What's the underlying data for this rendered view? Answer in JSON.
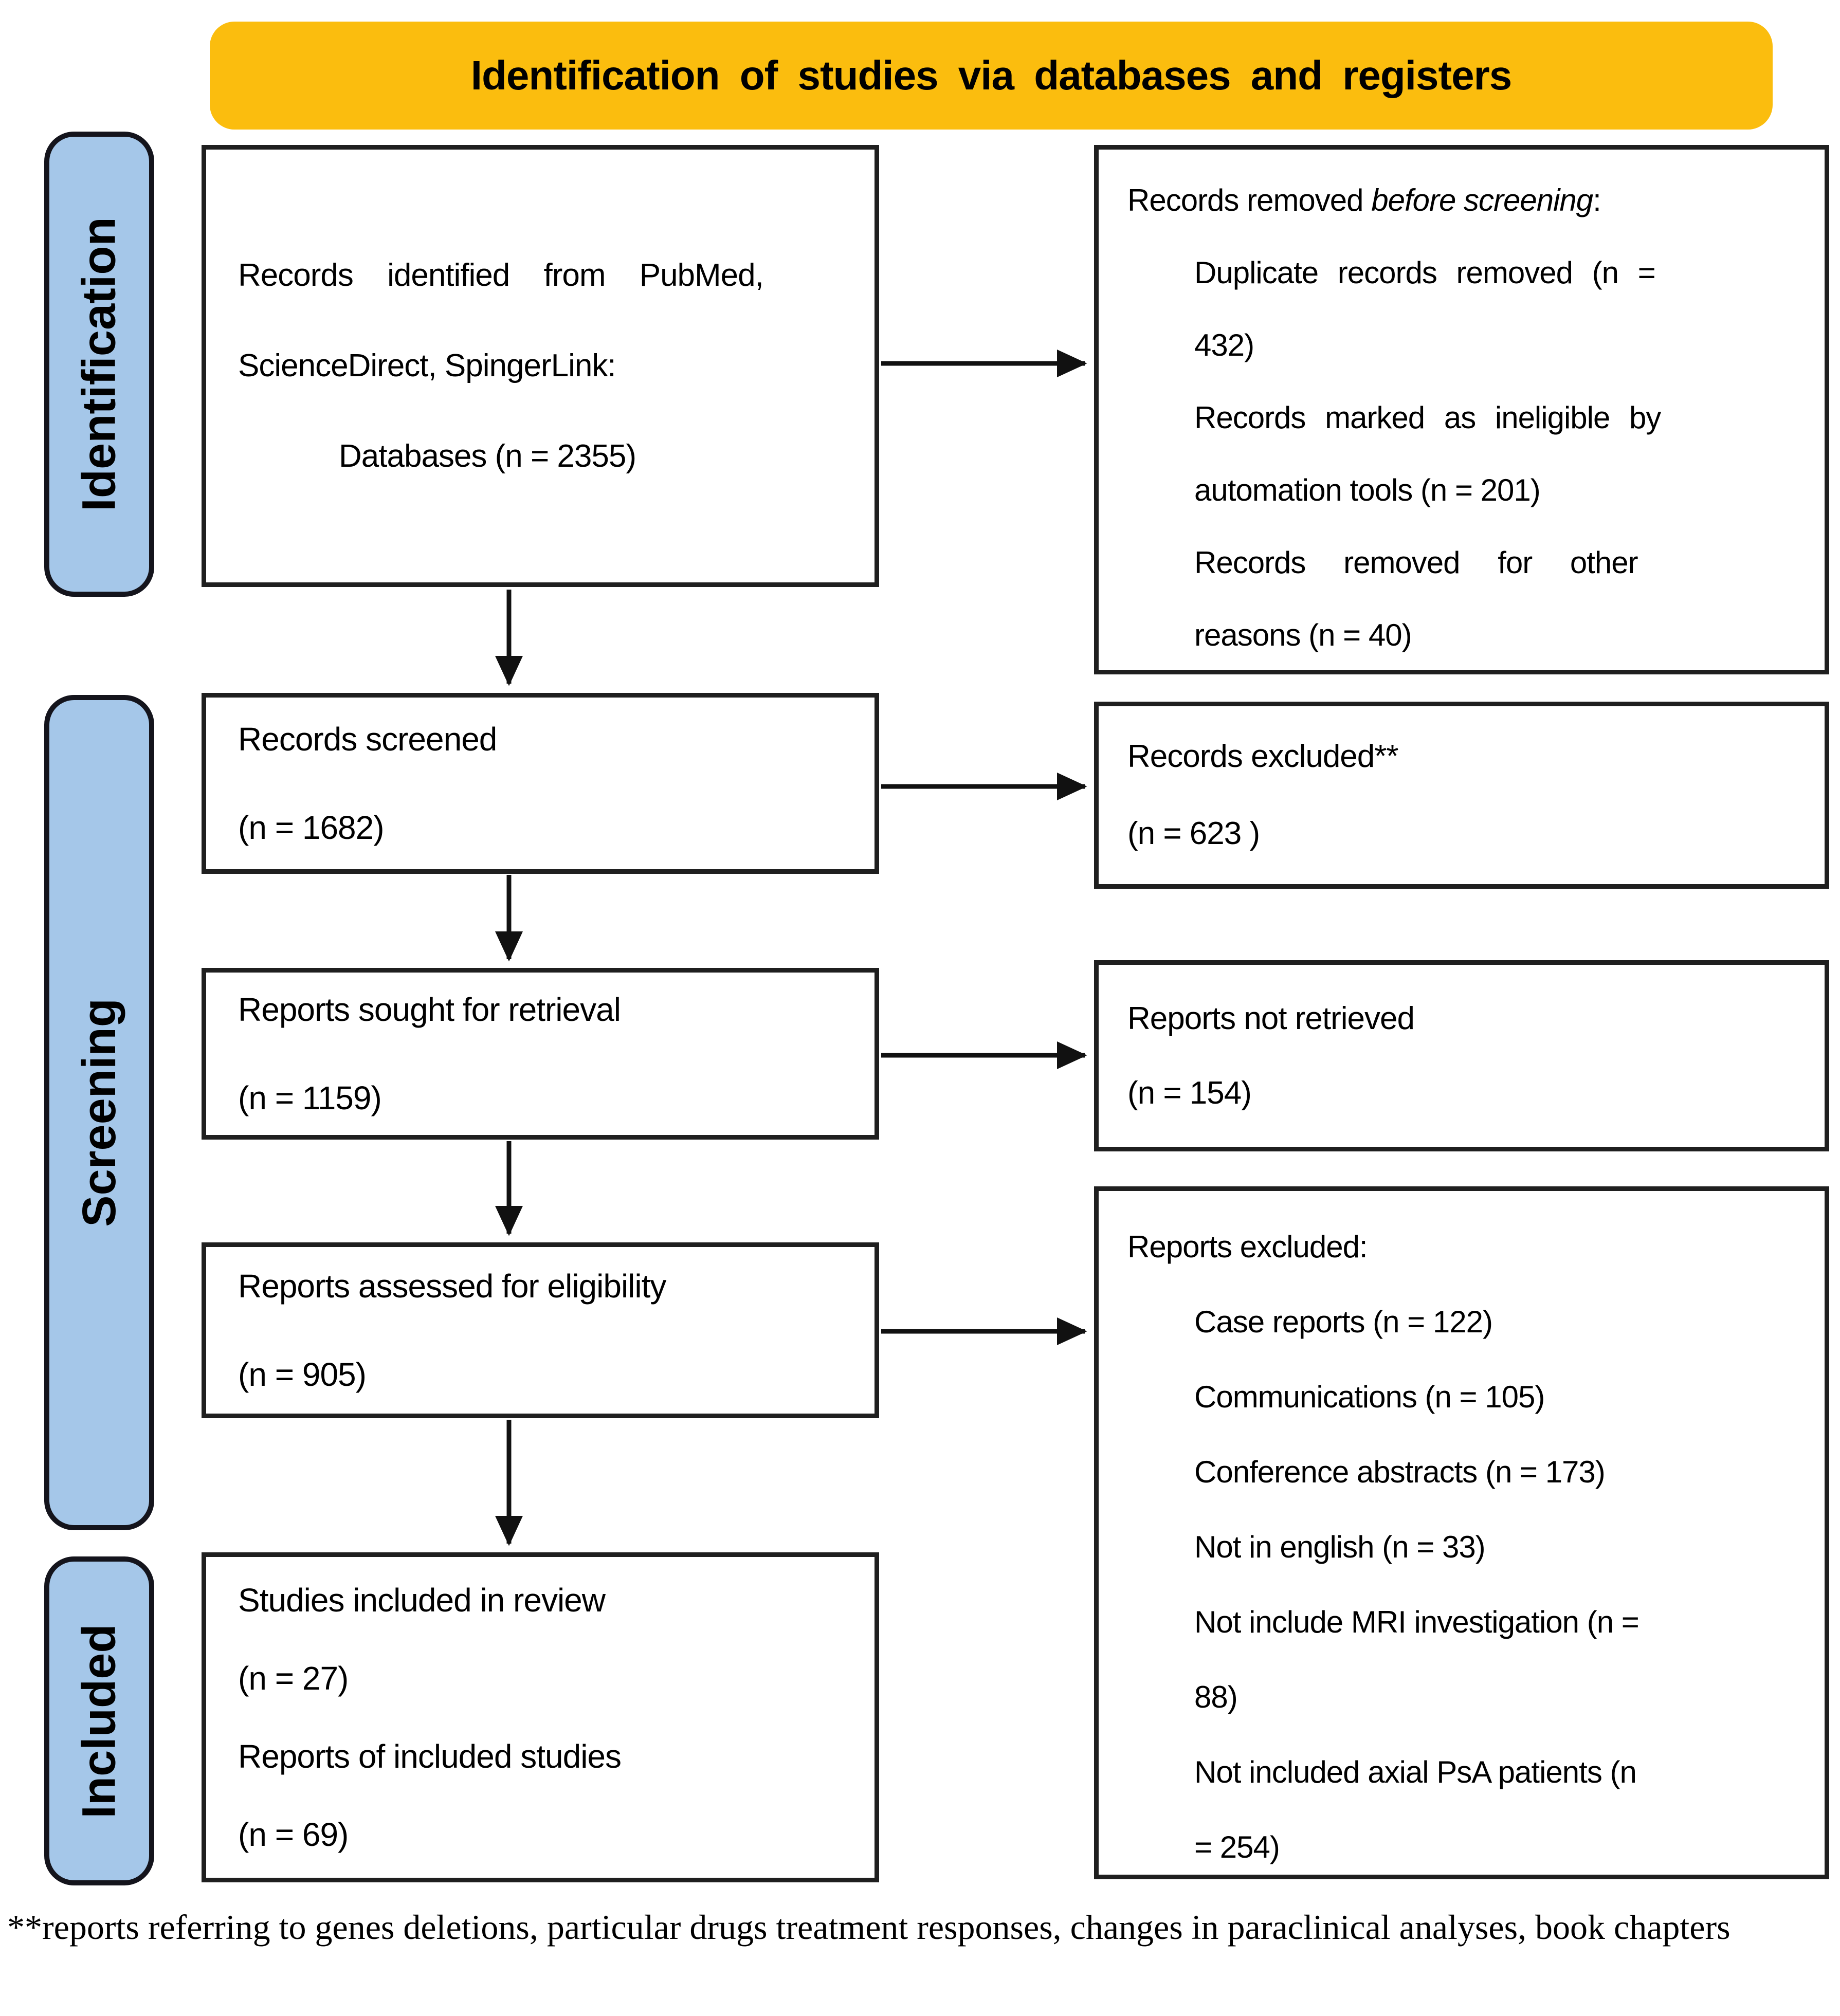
{
  "banner": {
    "title": "Identification of studies via databases and registers"
  },
  "sidebar": {
    "identification": "Identification",
    "screening": "Screening",
    "included": "Included"
  },
  "flow": {
    "records_identified": {
      "lines": [
        "Records identified from PubMed,",
        "ScienceDirect, SpingerLink:",
        "Databases (n = 2355)"
      ]
    },
    "records_removed": {
      "heading_prefix": "Records removed ",
      "heading_italic": "before screening",
      "heading_suffix": ":",
      "items": [
        {
          "lines": [
            "Duplicate records removed  (n =",
            "432)"
          ]
        },
        {
          "lines": [
            "Records marked as ineligible by",
            "automation tools (n = 201)"
          ]
        },
        {
          "lines": [
            "Records removed for other",
            "reasons (n = 40)"
          ]
        }
      ]
    },
    "records_screened": {
      "lines": [
        "Records screened",
        "(n = 1682)"
      ]
    },
    "records_excluded": {
      "lines": [
        "Records excluded**",
        "(n = 623 )"
      ]
    },
    "reports_sought": {
      "lines": [
        "Reports sought for retrieval",
        "(n = 1159)"
      ]
    },
    "reports_not_retrieved": {
      "lines": [
        "Reports not retrieved",
        "(n = 154)"
      ]
    },
    "reports_assessed": {
      "lines": [
        "Reports assessed for eligibility",
        "(n = 905)"
      ]
    },
    "reports_excluded": {
      "heading": "Reports excluded:",
      "items": [
        {
          "lines": [
            "Case reports (n = 122)"
          ]
        },
        {
          "lines": [
            "Communications (n = 105)"
          ]
        },
        {
          "lines": [
            "Conference abstracts (n = 173)"
          ]
        },
        {
          "lines": [
            "Not in english (n = 33)"
          ]
        },
        {
          "lines": [
            "Not include MRI investigation (n =",
            "88)"
          ]
        },
        {
          "lines": [
            "Not included axial PsA patients (n",
            "= 254)"
          ]
        }
      ]
    },
    "studies_included": {
      "lines": [
        "Studies included in review",
        "(n = 27)",
        "Reports of included studies",
        "(n = 69)"
      ]
    }
  },
  "footnote": "**reports referring to genes deletions, particular drugs treatment responses, changes in paraclinical analyses, book chapters",
  "colors": {
    "banner_bg": "#FBBD0E",
    "sidebar_bg": "#A5C7E9",
    "border_dark": "#1F1F1F",
    "arrow": "#111111"
  }
}
